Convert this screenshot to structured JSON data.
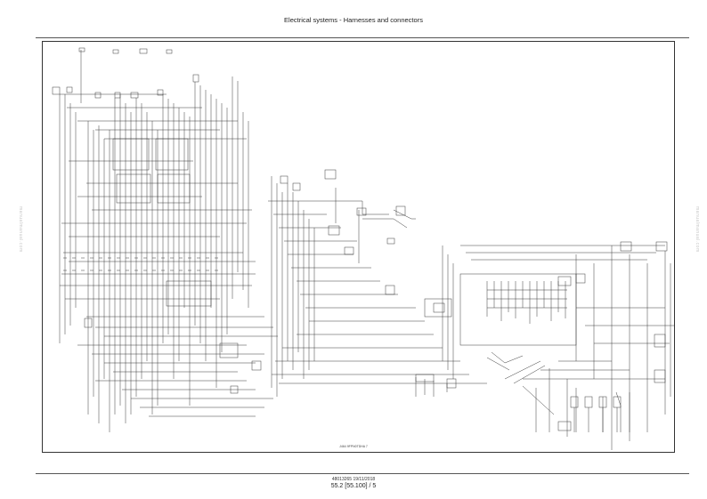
{
  "header": {
    "title": "Electrical systems - Harnesses and connectors"
  },
  "diagram": {
    "caption": "J464 9FPN0TDHA    7"
  },
  "footer": {
    "doc_ref": "48013265 19/11/2018",
    "page_ref": "55.2 [55.100] / 5"
  },
  "watermarks": {
    "left": "manualmanual.com",
    "right": "manualmanual.com"
  }
}
